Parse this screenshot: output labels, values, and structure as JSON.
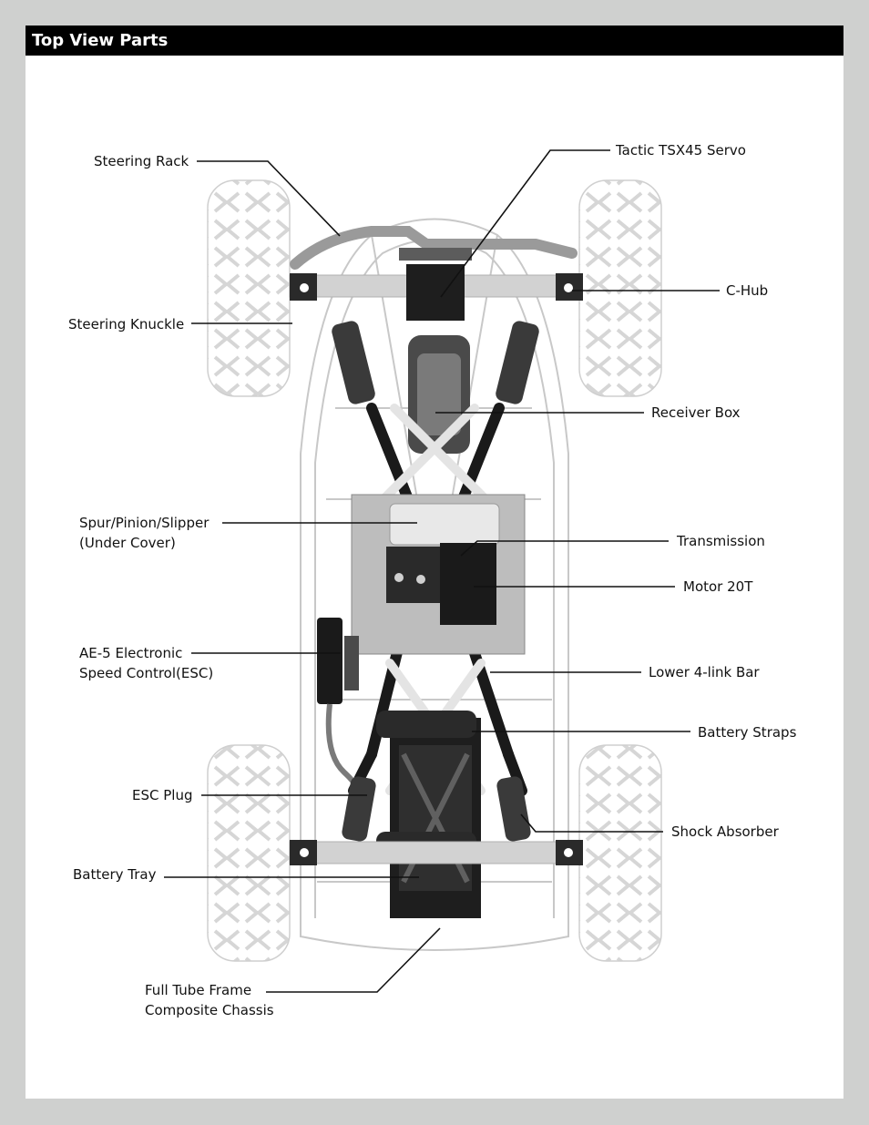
{
  "header": {
    "title": "Top View Parts"
  },
  "labels": {
    "steering_rack": "Steering Rack",
    "servo": "Tactic TSX45 Servo",
    "c_hub": "C-Hub",
    "steering_knuckle": "Steering Knuckle",
    "receiver_box": "Receiver Box",
    "spur_line1": "Spur/Pinion/Slipper",
    "spur_line2": "(Under Cover)",
    "transmission": "Transmission",
    "motor": "Motor 20T",
    "esc_line1": "AE-5 Electronic",
    "esc_line2": "Speed Control(ESC)",
    "lower_link": "Lower 4-link Bar",
    "battery_straps": "Battery Straps",
    "esc_plug": "ESC Plug",
    "shock_absorber": "Shock Absorber",
    "battery_tray": "Battery Tray",
    "frame_line1": "Full Tube Frame",
    "frame_line2": "Composite Chassis"
  }
}
